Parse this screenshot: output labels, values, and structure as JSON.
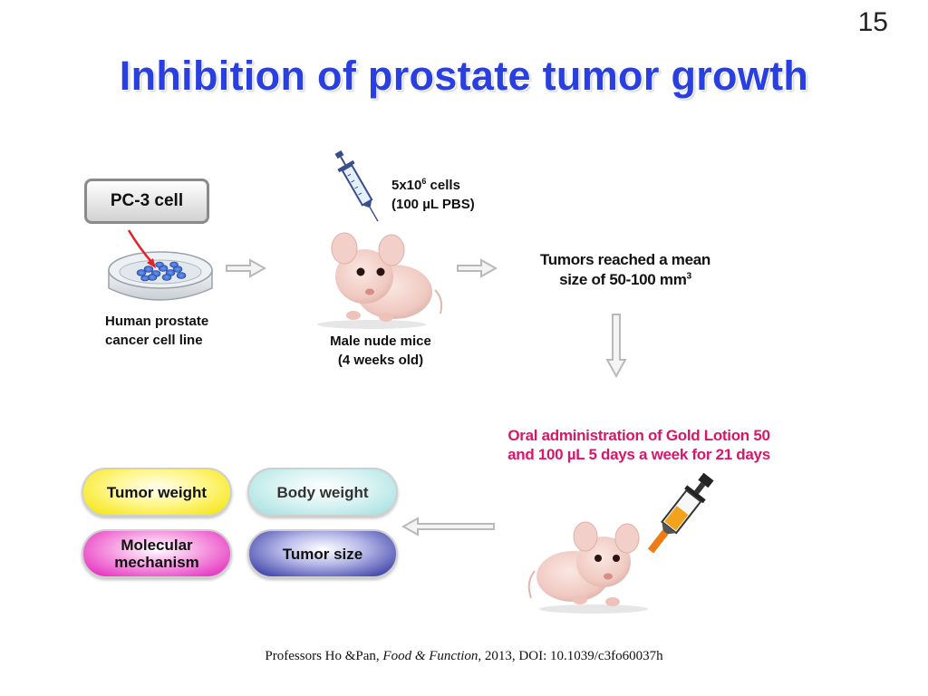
{
  "slide": {
    "number": "15",
    "title": "Inhibition of prostate tumor growth"
  },
  "diagram": {
    "cell_box": "PC-3 cell",
    "cell_line_label": [
      "Human prostate",
      "cancer cell line"
    ],
    "injection": {
      "line1_base": "5x10",
      "line1_exp": "6",
      "line1_rest": " cells",
      "line2": "(100 µL PBS)"
    },
    "mice_label": [
      "Male nude mice",
      "(4 weeks old)"
    ],
    "tumor_text": {
      "line1": "Tumors reached a mean",
      "line2_base": "size of 50-100 mm",
      "line2_exp": "3"
    },
    "oral_text": [
      "Oral administration of Gold Lotion 50",
      "and 100 µL 5 days a week for 21 days"
    ],
    "outcomes": {
      "tumor_weight": "Tumor weight",
      "body_weight": "Body weight",
      "molecular_mechanism": [
        "Molecular",
        "mechanism"
      ],
      "tumor_size": "Tumor size"
    }
  },
  "citation": {
    "prefix": "Professors Ho &Pan, ",
    "journal": "Food & Function",
    "suffix": ", 2013, DOI: 10.1039/c3fo60037h"
  },
  "colors": {
    "title": "#2a3fe0",
    "pink_text": "#d6176a",
    "arrow_gray": "#b9b9b9"
  }
}
